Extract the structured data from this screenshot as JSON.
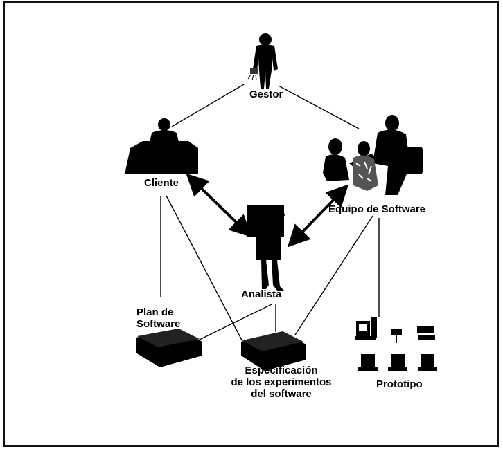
{
  "labels": {
    "gestor": "Gestor",
    "cliente": "Cliente",
    "equipo": "Equipo de Software",
    "analista": "Analista",
    "plan_line1": "Plan de",
    "plan_line2": "Software",
    "especificacion_line1": "Especificación",
    "especificacion_line2": "de los experimentos",
    "especificacion_line3": "del software",
    "prototipo": "Prototipo"
  },
  "icons": {
    "gestor": "standing-man-with-briefcase-icon",
    "cliente": "person-at-desk-icon",
    "equipo": "team-people-icon",
    "analista": "analyst-with-board-icon",
    "plan": "document-stack-icon",
    "especificacion": "document-stack-icon",
    "prototipo": "computers-icon"
  },
  "colors": {
    "ink": "#000000",
    "background": "#ffffff",
    "frame": "#111111"
  }
}
